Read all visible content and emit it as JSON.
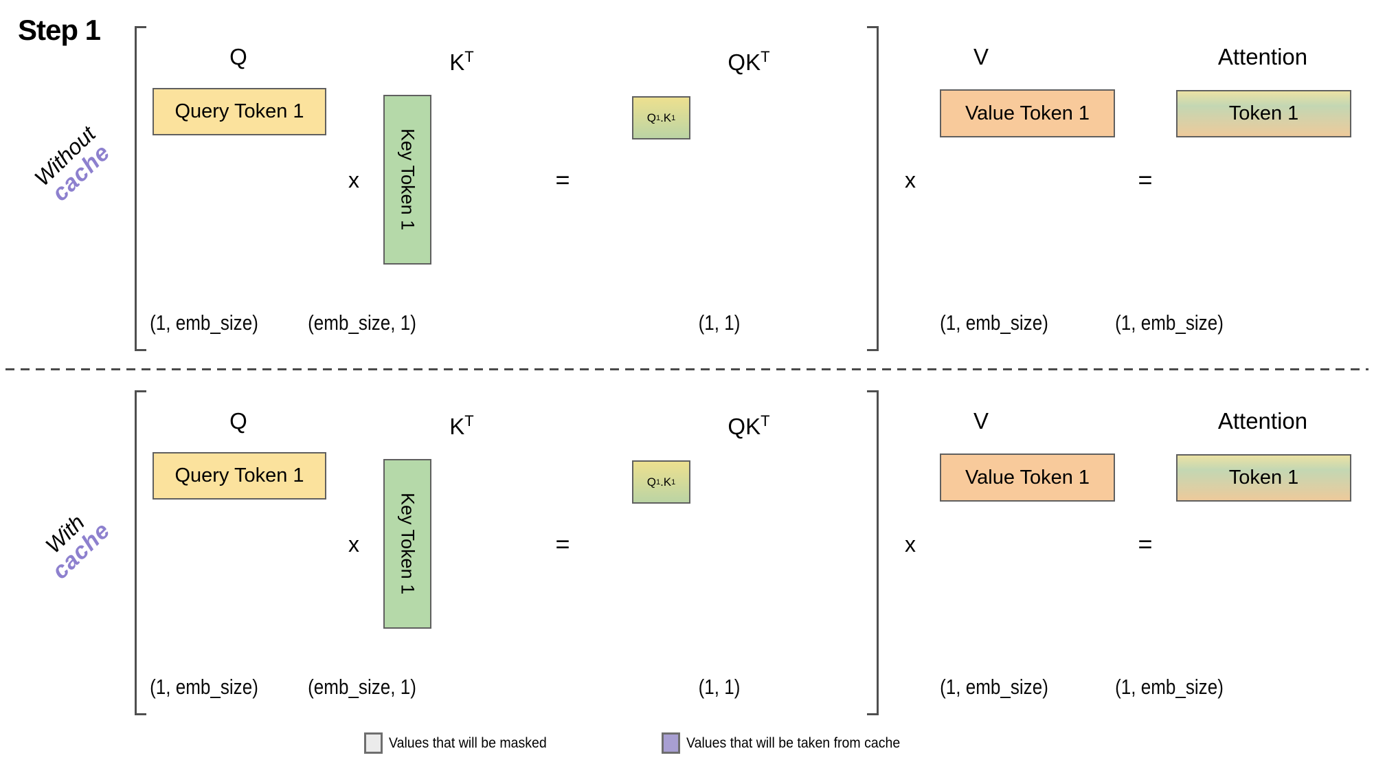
{
  "title": "Step 1",
  "rows": [
    {
      "id": "without-cache",
      "label_line1": "Without",
      "label_line2": "cache"
    },
    {
      "id": "with-cache",
      "label_line1": "With",
      "label_line2": "cache"
    }
  ],
  "matrix": {
    "headers": {
      "q": "Q",
      "k_base": "K",
      "k_sup": "T",
      "qk_base": "QK",
      "qk_sup": "T",
      "v": "V",
      "attention": "Attention"
    },
    "boxes": {
      "query": "Query Token 1",
      "key": "Key Token 1",
      "qk_cell": {
        "b1": "Q",
        "s1": "1",
        "b2": ".K",
        "s2": "1"
      },
      "value": "Value Token 1",
      "attention": "Token 1"
    },
    "operators": {
      "multiply": "x",
      "equals": "="
    },
    "dims": {
      "query": "(1, emb_size)",
      "key": "(emb_size, 1)",
      "qk": "(1, 1)",
      "value": "(1, emb_size)",
      "attention": "(1, emb_size)"
    }
  },
  "legend": [
    {
      "label": "Values that will be masked"
    },
    {
      "label": "Values that will be taken from cache"
    }
  ],
  "colors": {
    "query_fill": "#FBE29D",
    "key_fill": "#B5D9A9",
    "value_fill": "#F8CA9B",
    "qk_gradient_top": "#EDE08F",
    "qk_gradient_bottom": "#BBD4A4",
    "attention_gradient_top": "#ECE2A4",
    "attention_gradient_mid": "#C3D7B3",
    "attention_gradient_bottom": "#EDCA9B",
    "cache_text": "#8D80CE",
    "legend_masked": "#EBEBEB",
    "legend_cache": "#A89FD2",
    "border": "#5F5F5F"
  }
}
